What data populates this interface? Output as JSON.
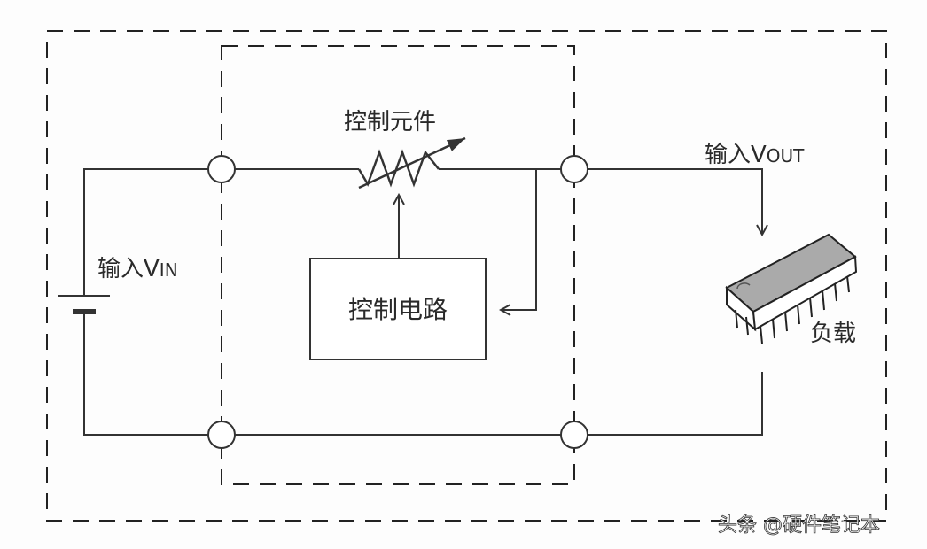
{
  "labels": {
    "control_element": "控制元件",
    "control_circuit": "控制电路",
    "vin_prefix": "输入V",
    "vin_sub": "IN",
    "vout_prefix": "输入V",
    "vout_sub": "OUT",
    "load": "负载"
  },
  "watermark": "头条 @硬件笔记本",
  "colors": {
    "line": "#333333",
    "chip_top": "#a9a9a9"
  }
}
